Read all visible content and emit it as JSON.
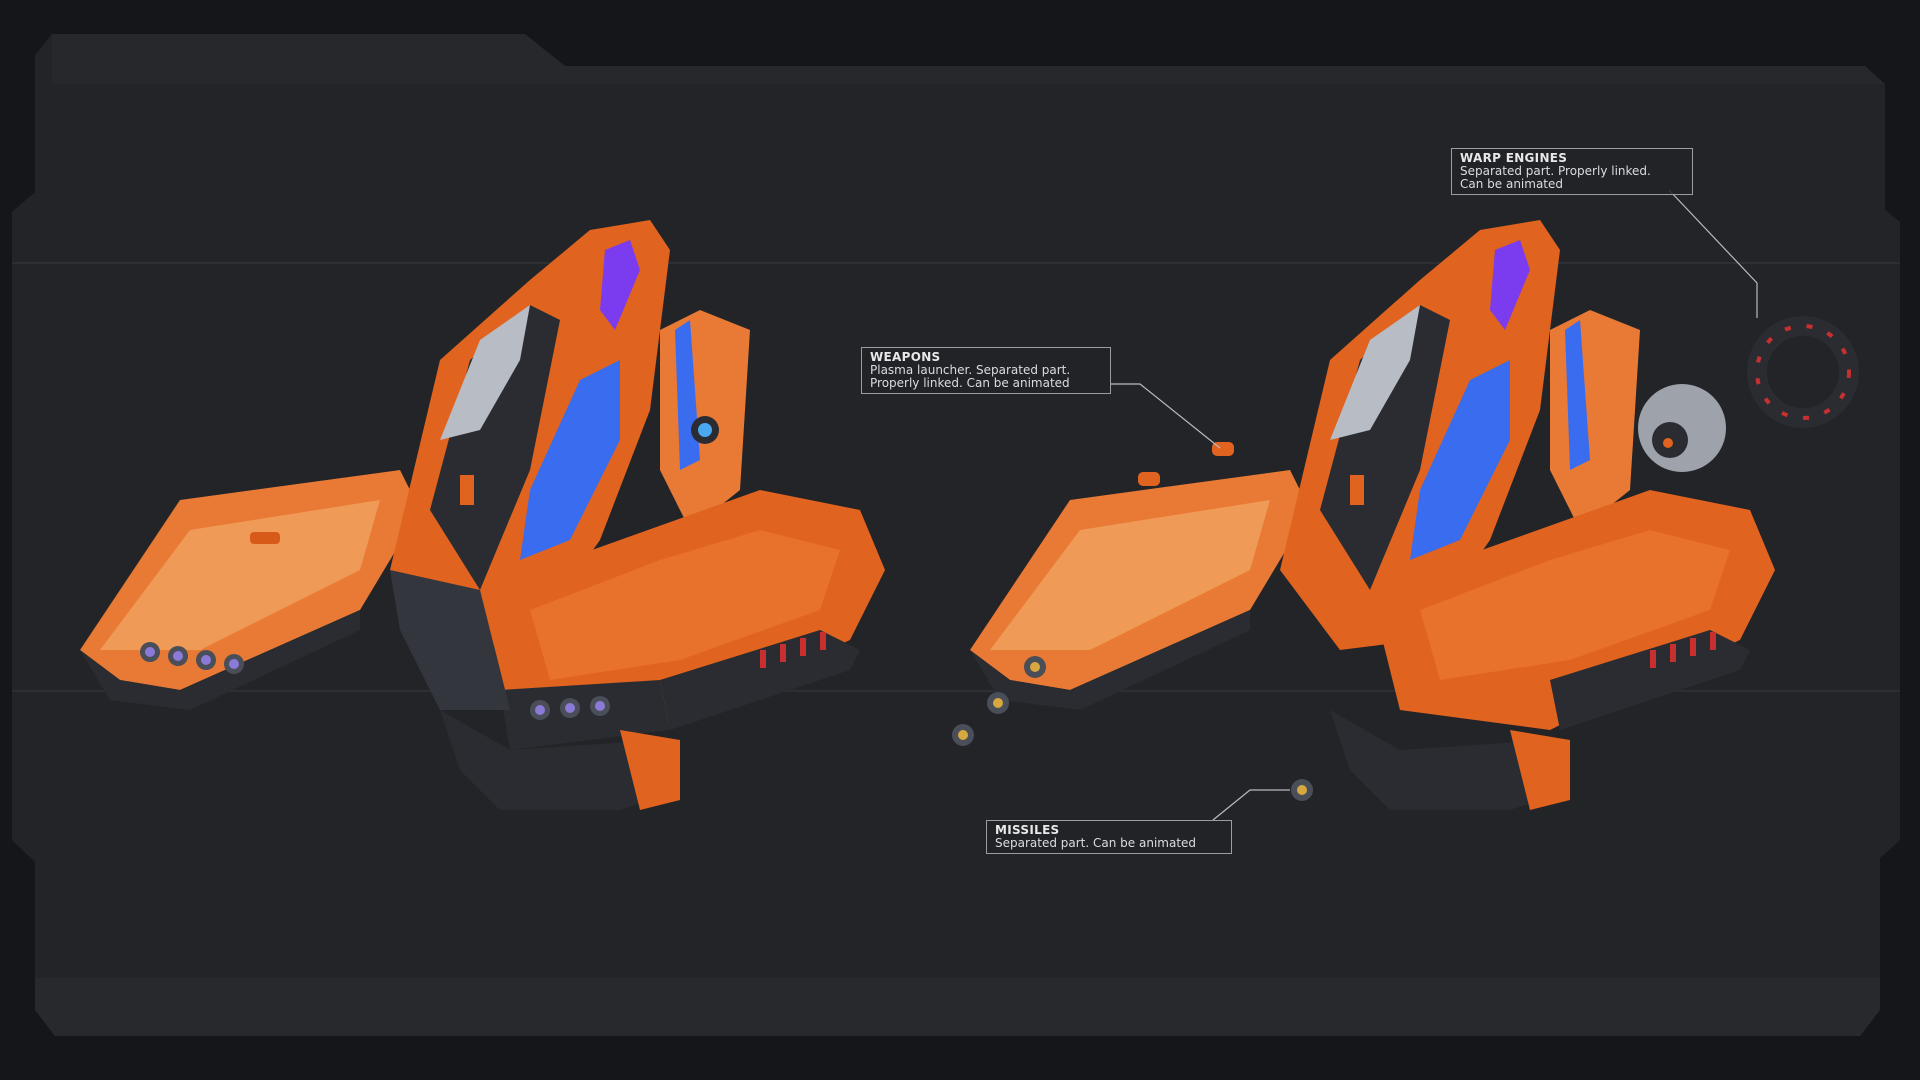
{
  "colors": {
    "background": "#151619",
    "panel": "#232428",
    "panel_band": "#2b2c30",
    "hull_orange": "#e0631f",
    "hull_light": "#f09550",
    "accent_blue": "#3a6cf0",
    "accent_purple": "#7b3cf0",
    "dark_metal": "#2a2c31",
    "silver": "#b8bcc4"
  },
  "callouts": {
    "warp": {
      "title": "WARP ENGINES",
      "description": "Separated part. Properly linked.\nCan be animated"
    },
    "weapons": {
      "title": "WEAPONS",
      "description": "Plasma launcher. Separated part.\nProperly linked. Can be animated"
    },
    "missiles": {
      "title": "MISSILES",
      "description": "Separated part. Can be animated"
    }
  },
  "images": {
    "left_ship": "spaceship-assembled",
    "right_ship": "spaceship-exploded-parts"
  }
}
